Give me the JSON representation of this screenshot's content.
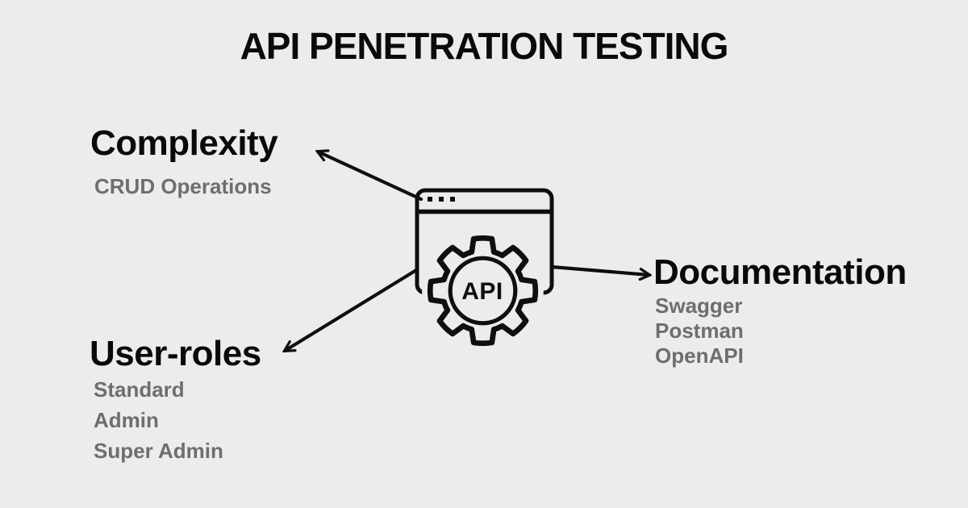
{
  "title": "API PENETRATION TESTING",
  "center_icon": {
    "type": "browser-window-with-gear",
    "label": "API"
  },
  "nodes": {
    "complexity": {
      "heading": "Complexity",
      "items": [
        "CRUD Operations"
      ]
    },
    "documentation": {
      "heading": "Documentation",
      "items": [
        "Swagger",
        "Postman",
        "OpenAPI"
      ]
    },
    "user_roles": {
      "heading": "User-roles",
      "items": [
        "Standard",
        "Admin",
        "Super Admin"
      ]
    }
  },
  "colors": {
    "background": "#ECECEB",
    "text_primary": "#0A0A0A",
    "text_secondary": "#6D6E70",
    "line": "#0F0F0F"
  }
}
